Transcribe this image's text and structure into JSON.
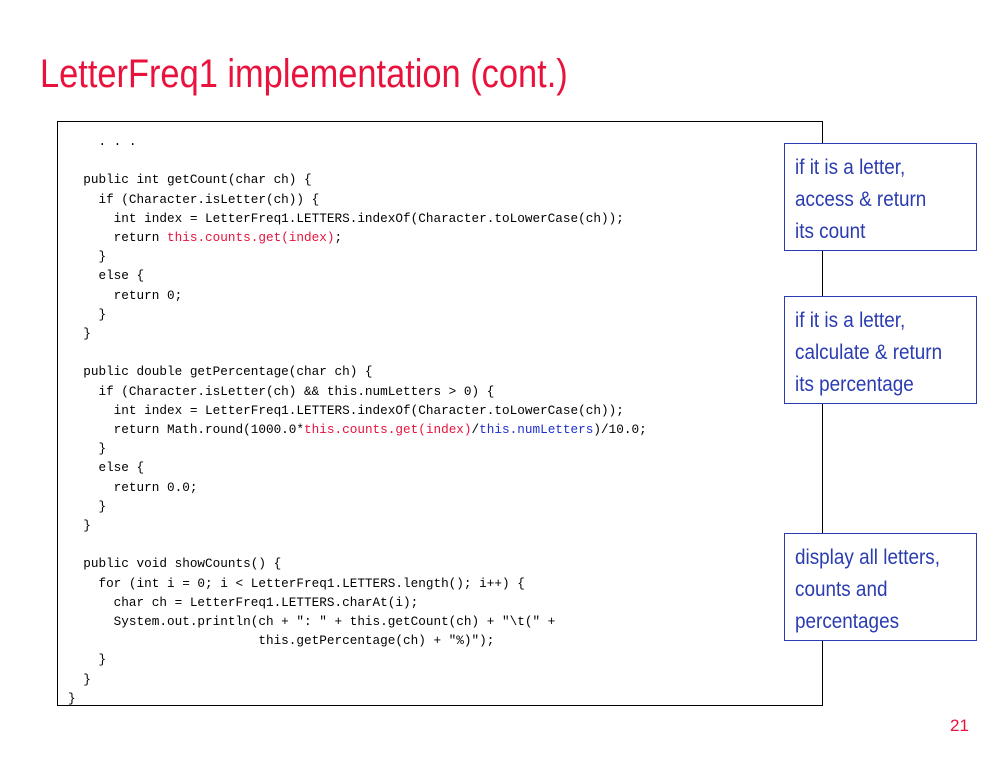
{
  "slide": {
    "title": "LetterFreq1 implementation (cont.)",
    "page_number": "21"
  },
  "code": {
    "lines": [
      [
        {
          "t": "    . . ."
        }
      ],
      [
        {
          "t": ""
        }
      ],
      [
        {
          "t": "  public int getCount(char ch) {"
        }
      ],
      [
        {
          "t": "    if (Character.isLetter(ch)) {"
        }
      ],
      [
        {
          "t": "      int index = LetterFreq1.LETTERS.indexOf(Character.toLowerCase(ch));"
        }
      ],
      [
        {
          "t": "      return "
        },
        {
          "t": "this.counts.get(index)",
          "c": "red"
        },
        {
          "t": ";"
        }
      ],
      [
        {
          "t": "    }"
        }
      ],
      [
        {
          "t": "    else {"
        }
      ],
      [
        {
          "t": "      return 0;"
        }
      ],
      [
        {
          "t": "    }"
        }
      ],
      [
        {
          "t": "  }"
        }
      ],
      [
        {
          "t": ""
        }
      ],
      [
        {
          "t": "  public double getPercentage(char ch) {"
        }
      ],
      [
        {
          "t": "    if (Character.isLetter(ch) && this.numLetters > 0) {"
        }
      ],
      [
        {
          "t": "      int index = LetterFreq1.LETTERS.indexOf(Character.toLowerCase(ch));"
        }
      ],
      [
        {
          "t": "      return Math.round(1000.0*"
        },
        {
          "t": "this.counts.get(index)",
          "c": "red"
        },
        {
          "t": "/"
        },
        {
          "t": "this.numLetters",
          "c": "blue"
        },
        {
          "t": ")/10.0;"
        }
      ],
      [
        {
          "t": "    }"
        }
      ],
      [
        {
          "t": "    else {"
        }
      ],
      [
        {
          "t": "      return 0.0;"
        }
      ],
      [
        {
          "t": "    }"
        }
      ],
      [
        {
          "t": "  }"
        }
      ],
      [
        {
          "t": ""
        }
      ],
      [
        {
          "t": "  public void showCounts() {"
        }
      ],
      [
        {
          "t": "    for (int i = 0; i < LetterFreq1.LETTERS.length(); i++) {"
        }
      ],
      [
        {
          "t": "      char ch = LetterFreq1.LETTERS.charAt(i);"
        }
      ],
      [
        {
          "t": "      System.out.println(ch + \": \" + this.getCount(ch) + \"\\t(\" +"
        }
      ],
      [
        {
          "t": "                         this.getPercentage(ch) + \"%)\");"
        }
      ],
      [
        {
          "t": "    }"
        }
      ],
      [
        {
          "t": "  }"
        }
      ],
      [
        {
          "t": "}"
        }
      ]
    ]
  },
  "notes": [
    {
      "lines": [
        "if it is a letter,",
        "access & return",
        "its count"
      ]
    },
    {
      "lines": [
        "if it is a letter,",
        "calculate & return",
        "its percentage"
      ]
    },
    {
      "lines": [
        "display all letters,",
        "counts and",
        "percentages"
      ]
    }
  ],
  "colors": {
    "title": "#e8123c",
    "highlight_red": "#e8123c",
    "highlight_blue": "#1f2fcc",
    "note_text": "#2a3cb0"
  }
}
